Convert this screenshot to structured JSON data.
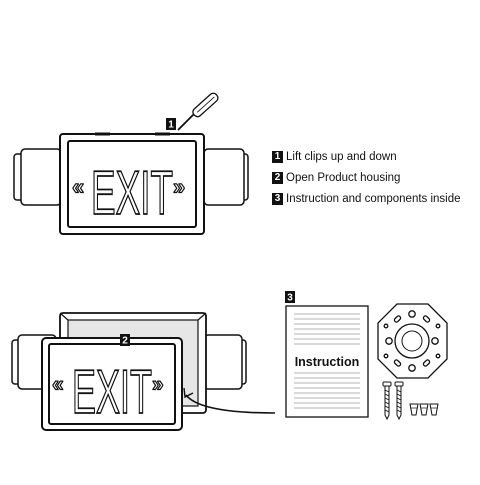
{
  "steps": [
    {
      "number": "1",
      "text": "Lift clips up and down"
    },
    {
      "number": "2",
      "text": "Open Product housing"
    },
    {
      "number": "3",
      "text": "Instruction and components inside"
    }
  ],
  "callouts": {
    "top_sign": "1",
    "bottom_sign": "2",
    "components": "3"
  },
  "sign": {
    "word": "EXIT",
    "left_chevron": "«",
    "right_chevron": "»"
  },
  "manual": {
    "title": "Instruction"
  },
  "colors": {
    "line": "#111111",
    "background": "#ffffff",
    "housing_fill": "#e6e6e6"
  }
}
